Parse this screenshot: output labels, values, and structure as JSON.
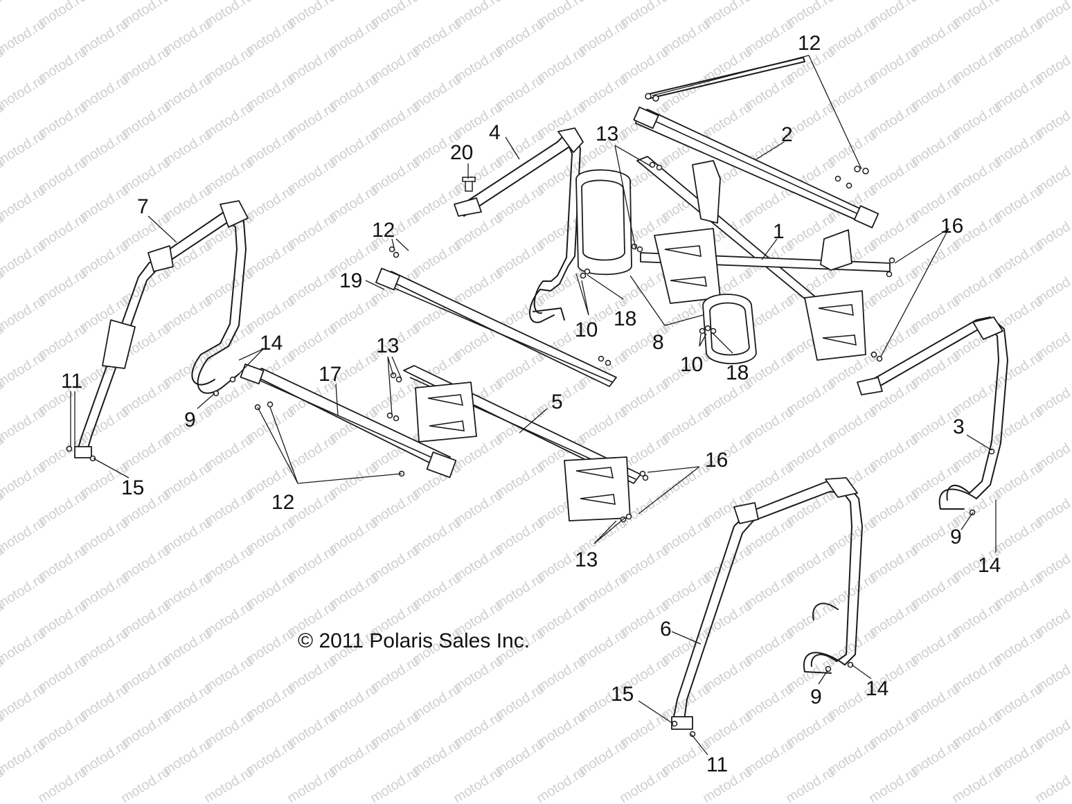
{
  "watermark_text": "motod.ru",
  "copyright": "© 2011 Polaris Sales Inc.",
  "callouts": {
    "c1": "1",
    "c2": "2",
    "c3": "3",
    "c4": "4",
    "c5": "5",
    "c6": "6",
    "c7": "7",
    "c8": "8",
    "c9a": "9",
    "c9b": "9",
    "c9c": "9",
    "c10a": "10",
    "c10b": "10",
    "c11a": "11",
    "c11b": "11",
    "c12a": "12",
    "c12b": "12",
    "c12c": "12",
    "c13a": "13",
    "c13b": "13",
    "c13c": "13",
    "c14a": "14",
    "c14b": "14",
    "c14c": "14",
    "c15a": "15",
    "c15b": "15",
    "c16a": "16",
    "c16b": "16",
    "c17": "17",
    "c18a": "18",
    "c18b": "18",
    "c19": "19",
    "c20": "20"
  }
}
